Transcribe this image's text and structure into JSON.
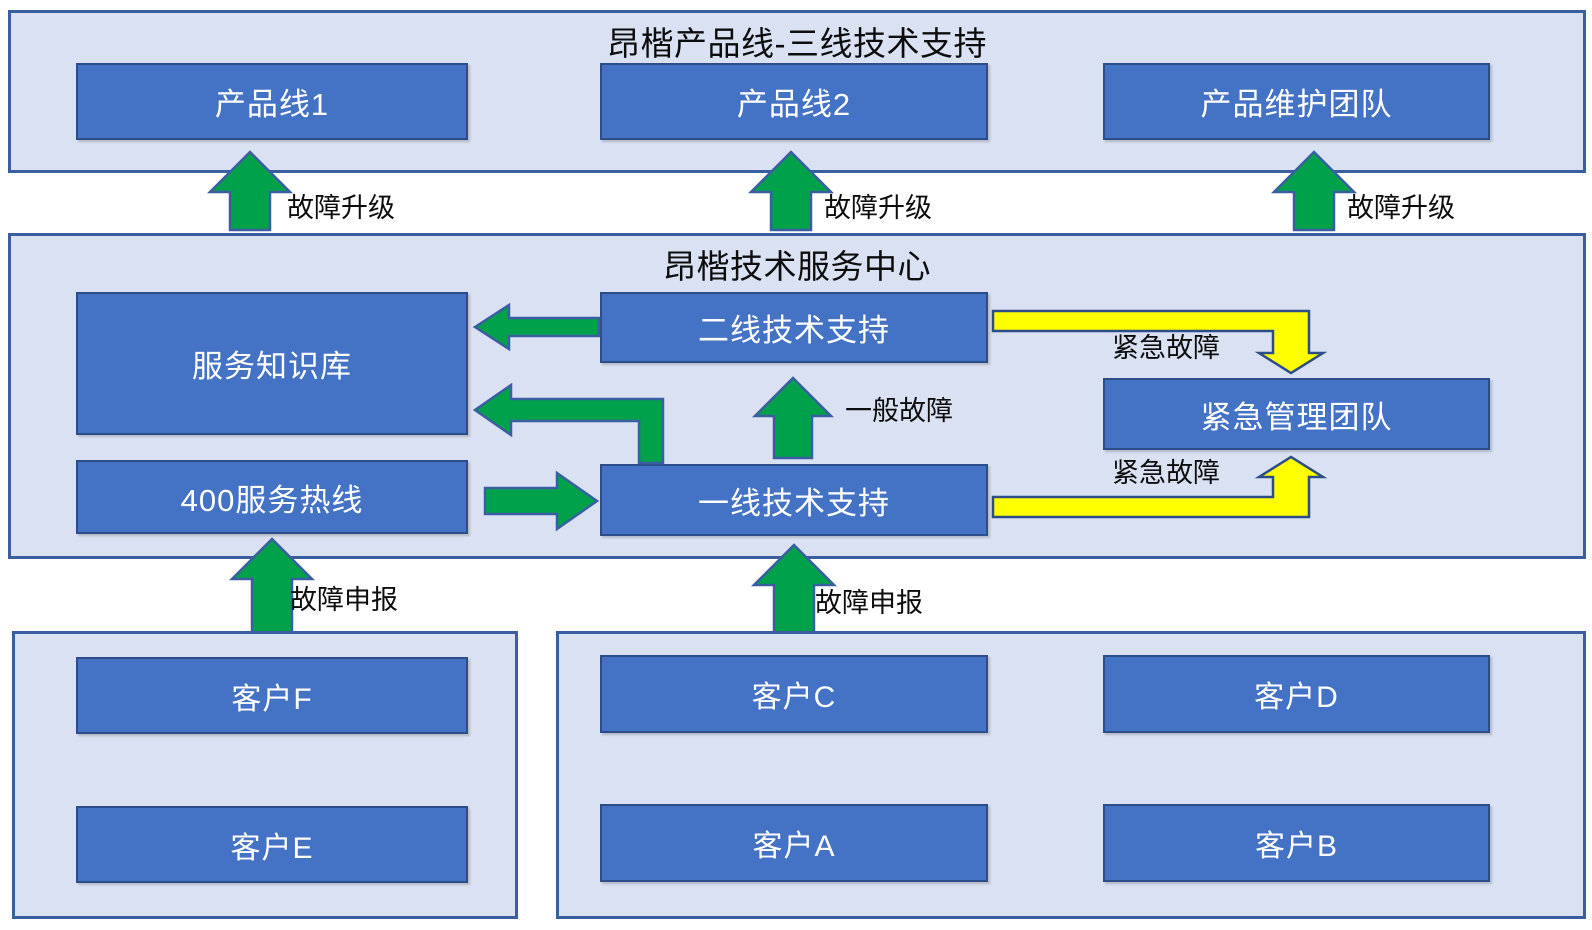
{
  "diagram": {
    "title": "昂楷产品线-三线技术支持",
    "colors": {
      "node_fill": "#4472C4",
      "node_border": "#2C4D87",
      "group_fill": "#D9E1F2",
      "group_border": "#3A5FA0",
      "green_arrow": "#00A14B",
      "yellow_arrow": "#FFFF00",
      "text_light": "#FFFFFF",
      "text_dark": "#0D0D0D"
    }
  },
  "groups": {
    "product_line": {
      "title": "昂楷产品线-三线技术支持",
      "nodes": [
        {
          "id": "product-line-1",
          "label": "产品线1"
        },
        {
          "id": "product-line-2",
          "label": "产品线2"
        },
        {
          "id": "product-maintenance-team",
          "label": "产品维护团队"
        }
      ]
    },
    "service_center": {
      "title": "昂楷技术服务中心",
      "nodes": [
        {
          "id": "service-knowledge-base",
          "label": "服务知识库"
        },
        {
          "id": "second-line-support",
          "label": "二线技术支持"
        },
        {
          "id": "emergency-management-team",
          "label": "紧急管理团队"
        },
        {
          "id": "hotline-400",
          "label": "400服务热线"
        },
        {
          "id": "first-line-support",
          "label": "一线技术支持"
        }
      ]
    },
    "customers_left": {
      "title": "",
      "nodes": [
        {
          "id": "customer-f",
          "label": "客户F"
        },
        {
          "id": "customer-e",
          "label": "客户E"
        }
      ]
    },
    "customers_right": {
      "title": "",
      "nodes": [
        {
          "id": "customer-c",
          "label": "客户C"
        },
        {
          "id": "customer-d",
          "label": "客户D"
        },
        {
          "id": "customer-a",
          "label": "客户A"
        },
        {
          "id": "customer-b",
          "label": "客户B"
        }
      ]
    }
  },
  "flow_labels": {
    "escalation_1": "故障升级",
    "escalation_2": "故障升级",
    "escalation_3": "故障升级",
    "general_fault": "一般故障",
    "urgent_fault_top": "紧急故障",
    "urgent_fault_bottom": "紧急故障",
    "fault_report_left": "故障申报",
    "fault_report_right": "故障申报"
  }
}
